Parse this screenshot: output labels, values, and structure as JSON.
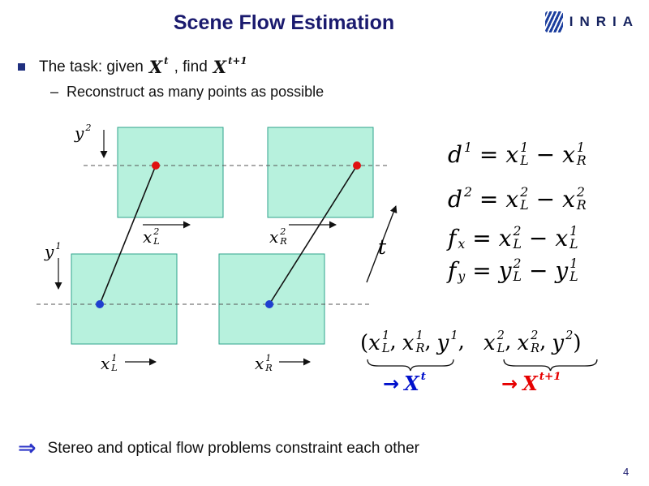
{
  "slide": {
    "title": "Scene Flow Estimation",
    "page_number": "4"
  },
  "logo": {
    "letters": "INRIA"
  },
  "task": {
    "bullet_prefix": "The task: given",
    "x_t": {
      "b": "X",
      "sup": "t",
      "sub": ""
    },
    "bullet_mid": ", find",
    "x_t1": {
      "b": "X",
      "sup": "t+1",
      "sub": ""
    },
    "sub_dash": "–",
    "sub_text": "Reconstruct as many points as possible"
  },
  "diagram": {
    "labels": {
      "y2": {
        "b": "y",
        "sup": "2",
        "sub": ""
      },
      "y1": {
        "b": "y",
        "sup": "1",
        "sub": ""
      },
      "x2L": {
        "b": "x",
        "sup": "2",
        "sub": "L"
      },
      "x2R": {
        "b": "x",
        "sup": "2",
        "sub": "R"
      },
      "x1L": {
        "b": "x",
        "sup": "1",
        "sub": "L"
      },
      "x1R": {
        "b": "x",
        "sup": "1",
        "sub": "R"
      },
      "t": "t"
    },
    "colors": {
      "rect_fill": "#b7f1dd",
      "rect_stroke": "#2fa38c",
      "point_red": "#e01010",
      "point_blue": "#1f3fd0",
      "line": "#111111",
      "dash": "#555555"
    }
  },
  "equations": [
    {
      "lhs": {
        "b": "d",
        "sup": "1",
        "sub": ""
      },
      "rel": "=",
      "t1": {
        "b": "x",
        "sup": "1",
        "sub": "L"
      },
      "op": "−",
      "t2": {
        "b": "x",
        "sup": "1",
        "sub": "R"
      }
    },
    {
      "lhs": {
        "b": "d",
        "sup": "2",
        "sub": ""
      },
      "rel": "=",
      "t1": {
        "b": "x",
        "sup": "2",
        "sub": "L"
      },
      "op": "−",
      "t2": {
        "b": "x",
        "sup": "2",
        "sub": "R"
      }
    },
    {
      "lhs": {
        "b": "f",
        "sup": "",
        "sub": "x"
      },
      "rel": "=",
      "t1": {
        "b": "x",
        "sup": "2",
        "sub": "L"
      },
      "op": "−",
      "t2": {
        "b": "x",
        "sup": "1",
        "sub": "L"
      }
    },
    {
      "lhs": {
        "b": "f",
        "sup": "",
        "sub": "y"
      },
      "rel": "=",
      "t1": {
        "b": "y",
        "sup": "2",
        "sub": "L"
      },
      "op": "−",
      "t2": {
        "b": "y",
        "sup": "1",
        "sub": "L"
      }
    }
  ],
  "tuple": {
    "open": "(",
    "close": ")",
    "comma": ",",
    "i1": {
      "b": "x",
      "sup": "1",
      "sub": "L"
    },
    "i2": {
      "b": "x",
      "sup": "1",
      "sub": "R"
    },
    "i3": {
      "b": "y",
      "sup": "1",
      "sub": ""
    },
    "i4": {
      "b": "x",
      "sup": "2",
      "sub": "L"
    },
    "i5": {
      "b": "x",
      "sup": "2",
      "sub": "R"
    },
    "i6": {
      "b": "y",
      "sup": "2",
      "sub": ""
    },
    "map_t": {
      "arrow": "→",
      "x": {
        "b": "X",
        "sup": "t",
        "sub": ""
      },
      "color": "#0010cc"
    },
    "map_t1": {
      "arrow": "→",
      "x": {
        "b": "X",
        "sup": "t+1",
        "sub": ""
      },
      "color": "#e60000"
    }
  },
  "footer": {
    "implies": "⇒",
    "implies_color": "#2c35c8",
    "text": "Stereo and optical flow problems constraint each other"
  }
}
